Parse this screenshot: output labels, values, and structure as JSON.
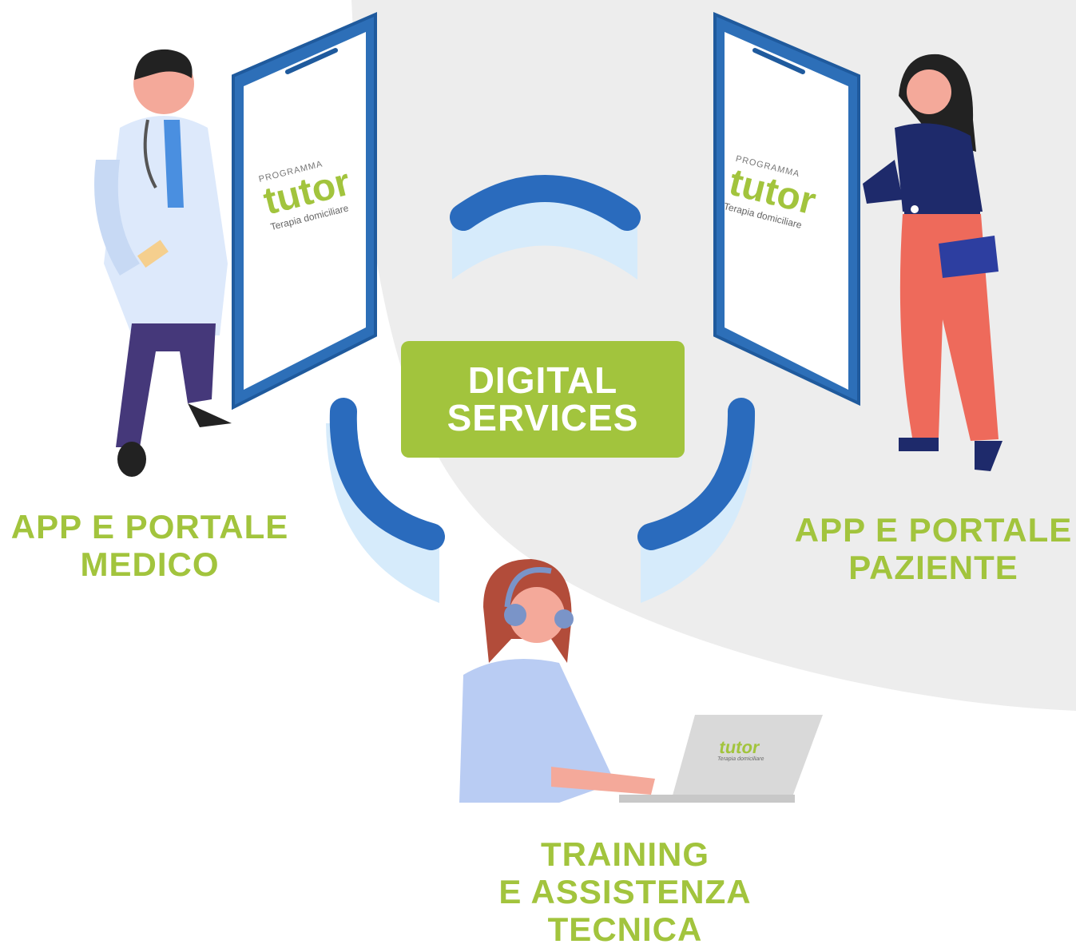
{
  "colors": {
    "accent": "#a2c43d",
    "phone_blue": "#2d6fb8",
    "arc_blue": "#2a6bbd",
    "arc_light": "#d6ebfb",
    "bg_gray": "#ececec"
  },
  "center": {
    "line1": "DIGITAL",
    "line2": "SERVICES"
  },
  "nodes": [
    {
      "line1": "APP E PORTALE",
      "line2": "MEDICO"
    },
    {
      "line1": "APP E PORTALE",
      "line2": "PAZIENTE"
    },
    {
      "line1": "TRAINING",
      "line2": "E ASSISTENZA",
      "line3": "TECNICA"
    }
  ],
  "logo": {
    "programma": "PROGRAMMA",
    "wordmark": "tutor",
    "subtitle": "Terapia domiciliare"
  },
  "icons": [
    "doctor-figure",
    "smartphone",
    "patient-figure",
    "headset-operator",
    "laptop",
    "arc-connector"
  ]
}
